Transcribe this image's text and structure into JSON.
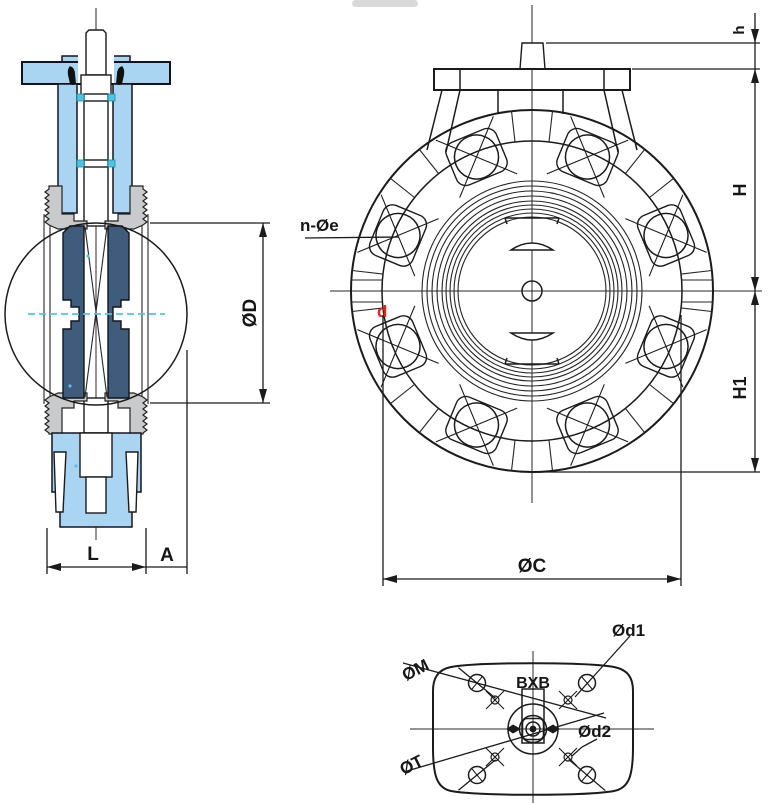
{
  "drawing_type": "butterfly-valve-engineering-drawing",
  "colors": {
    "body_blue": "#a9d5f3",
    "disc_slate": "#3f5c7d",
    "gland_gray": "#c9cacb",
    "seal_cyan": "#4cc6e4",
    "annotation_red": "#e02420",
    "line": "#1b1b1b"
  },
  "labels": {
    "od": "ØD",
    "l": "L",
    "a": "A",
    "n_oe": "n-Øe",
    "d": "d",
    "h_small": "h",
    "h_upper": "H",
    "h_lower": "H1",
    "oc": "ØC",
    "om": "ØM",
    "ot": "ØT",
    "od1": "Ød1",
    "od2": "Ød2",
    "bxb": "BXB"
  }
}
